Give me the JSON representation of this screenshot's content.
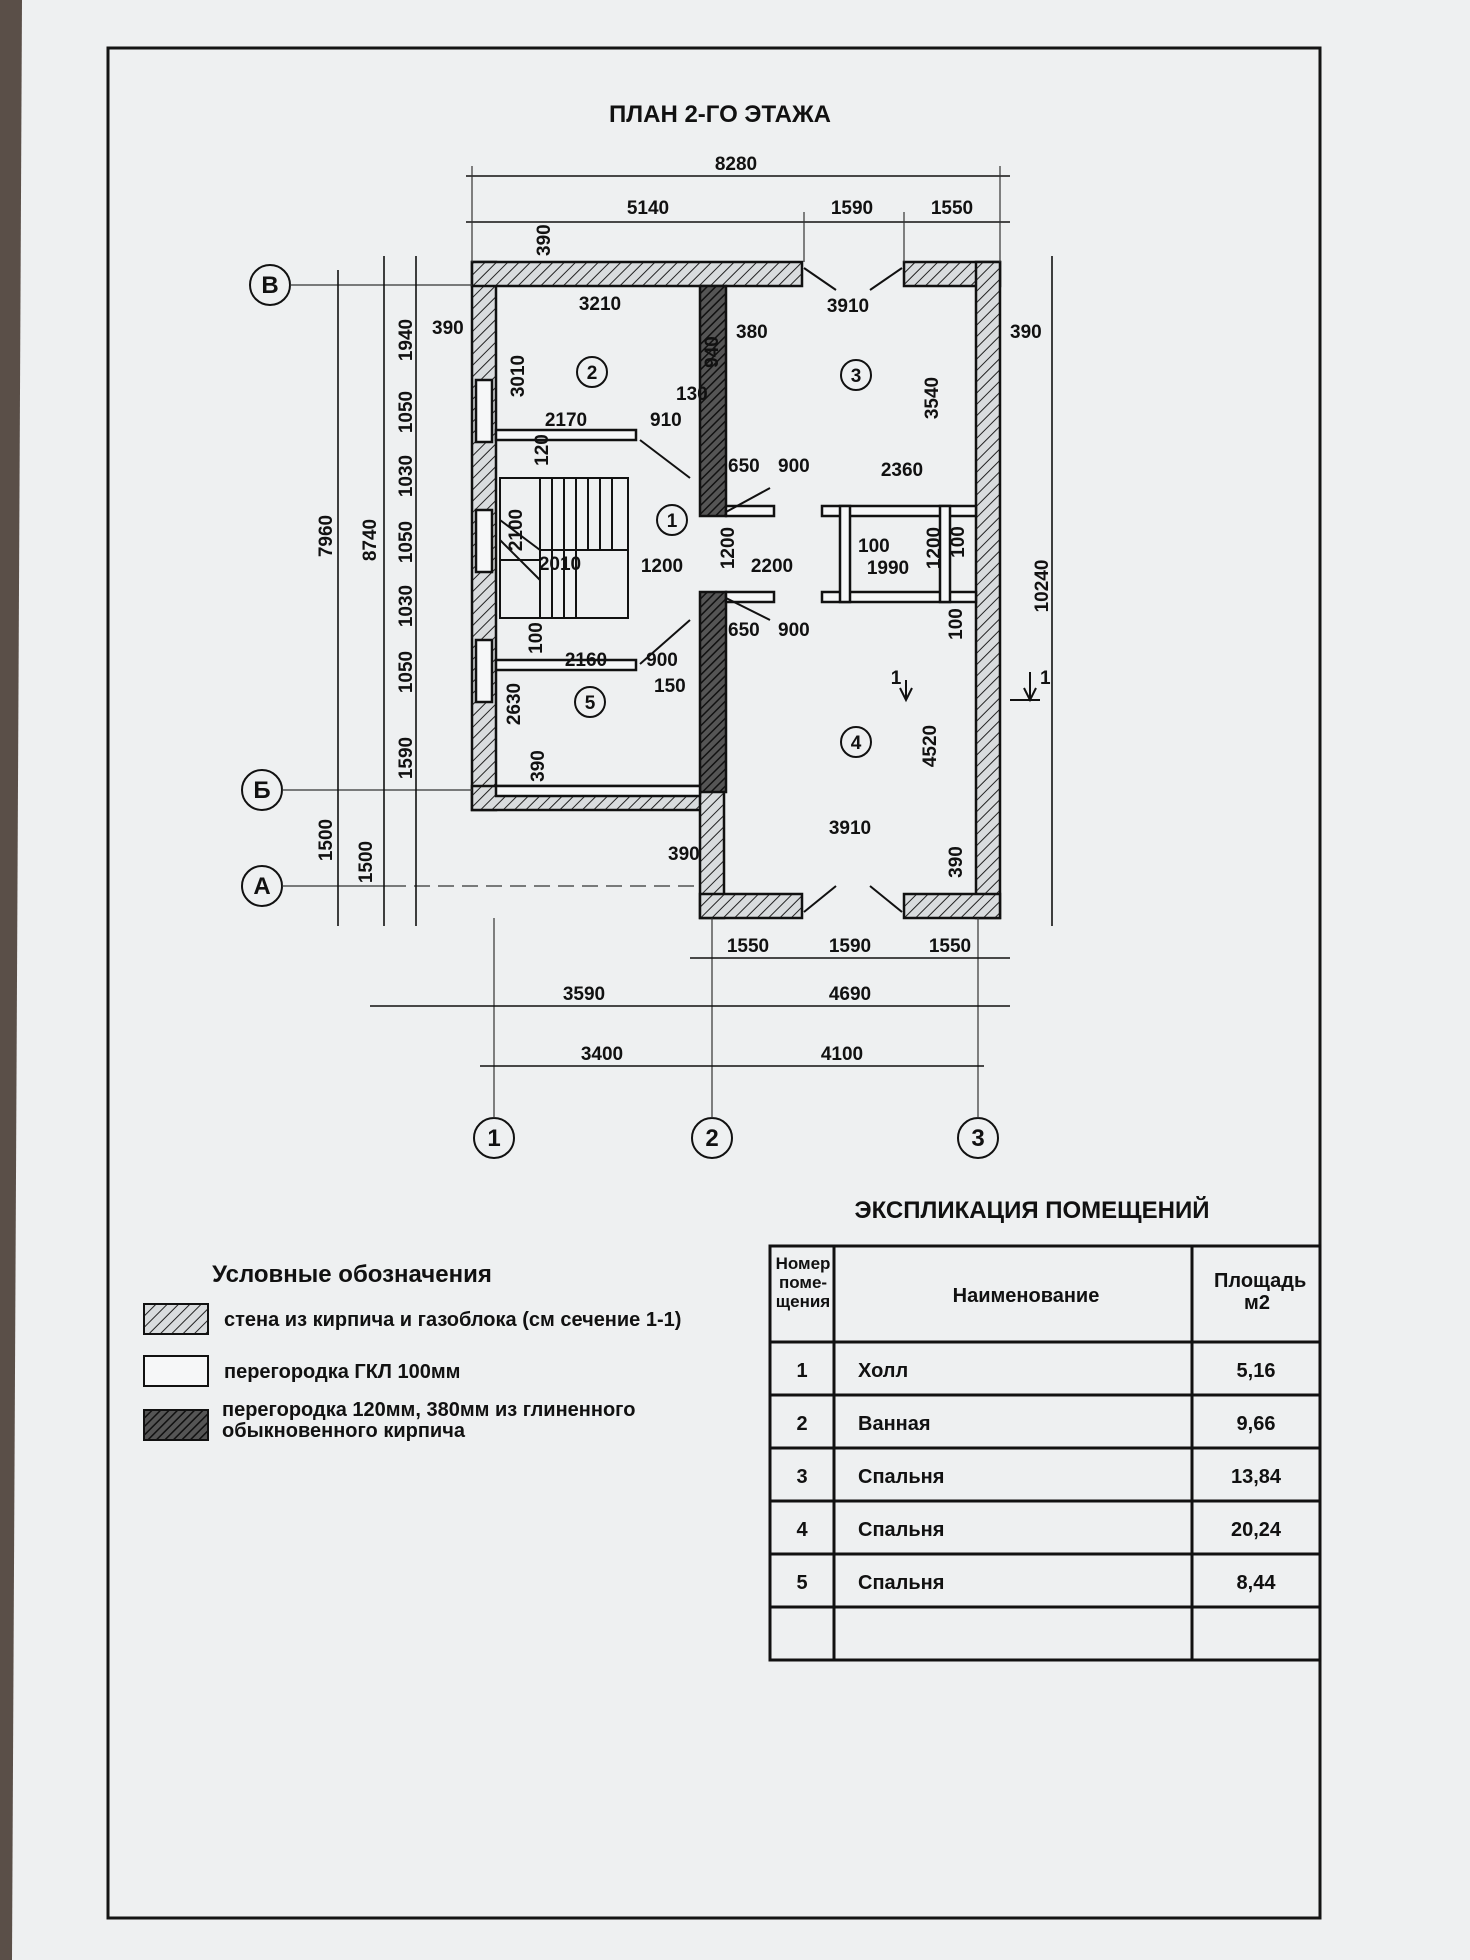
{
  "title": "ПЛАН 2-ГО ЭТАЖА",
  "plan": {
    "axes_letter": [
      "В",
      "Б",
      "А"
    ],
    "axes_number": [
      "1",
      "2",
      "3"
    ],
    "rooms": [
      "1",
      "2",
      "3",
      "4",
      "5"
    ],
    "section_marks": [
      "1",
      "1"
    ],
    "dims_top": [
      "8280",
      "5140",
      "1590",
      "1550",
      "390"
    ],
    "dims_bottom": [
      "1550",
      "1590",
      "1550",
      "3590",
      "4690",
      "3400",
      "4100"
    ],
    "dims_left": [
      "1940",
      "1050",
      "1030",
      "1050",
      "1030",
      "1050",
      "1590",
      "1500",
      "1500",
      "7960",
      "8740"
    ],
    "dims_right": [
      "10240",
      "390"
    ],
    "dims_inner": [
      "3210",
      "3910",
      "390",
      "380",
      "3010",
      "130",
      "910",
      "2170",
      "120",
      "3540",
      "650",
      "900",
      "2360",
      "2100",
      "2010",
      "1200",
      "1200",
      "2200",
      "100",
      "1990",
      "1200",
      "100",
      "100",
      "650",
      "900",
      "2160",
      "900",
      "150",
      "2630",
      "4520",
      "390",
      "3910",
      "390",
      "390",
      "100",
      "940"
    ]
  },
  "legend": {
    "title": "Условные обозначения",
    "items": [
      "стена из кирпича и газоблока (см сечение 1-1)",
      "перегородка ГКЛ 100мм",
      "перегородка 120мм, 380мм из глиненного обыкновенного кирпича"
    ]
  },
  "explication": {
    "title": "ЭКСПЛИКАЦИЯ ПОМЕЩЕНИЙ",
    "headers": [
      "Номер поме- щения",
      "Наименование",
      "Площадь м2"
    ],
    "rows": [
      [
        "1",
        "Холл",
        "5,16"
      ],
      [
        "2",
        "Ванная",
        "9,66"
      ],
      [
        "3",
        "Спальня",
        "13,84"
      ],
      [
        "4",
        "Спальня",
        "20,24"
      ],
      [
        "5",
        "Спальня",
        "8,44"
      ],
      [
        "",
        "",
        ""
      ]
    ]
  }
}
